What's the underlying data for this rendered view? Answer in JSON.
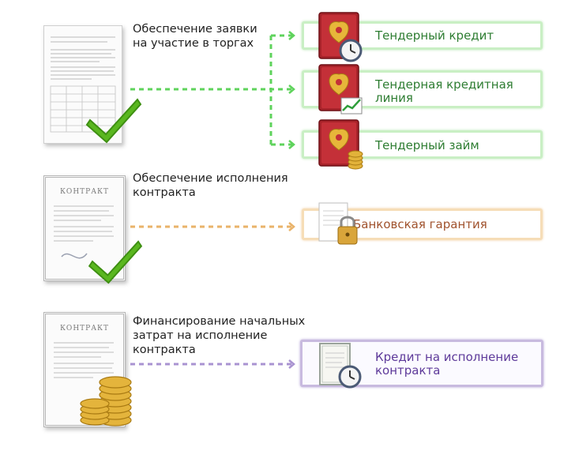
{
  "sections": [
    {
      "id": "application",
      "label": "Обеспечение заявки\nна участие в торгах",
      "color": "#5fd35c",
      "products": [
        {
          "id": "tender-credit",
          "label": "Тендерный кредит"
        },
        {
          "id": "tender-credit-line",
          "label": "Тендерная кредитная\nлиния"
        },
        {
          "id": "tender-loan",
          "label": "Тендерный займ"
        }
      ]
    },
    {
      "id": "performance",
      "label": "Обеспечение исполнения\nконтракта",
      "color": "#e9b36a",
      "products": [
        {
          "id": "bank-guarantee",
          "label": "Банковская гарантия"
        }
      ]
    },
    {
      "id": "financing",
      "label": "Финансирование начальных\nзатрат на исполнение\nконтракта",
      "color": "#a993d1",
      "products": [
        {
          "id": "contract-credit",
          "label": "Кредит на исполнение\nконтракта"
        }
      ]
    }
  ],
  "contract_word": "КОНТРАКТ",
  "icons": [
    "tender-document-icon",
    "contract-document-icon",
    "checkmark-icon",
    "coins-icon",
    "russian-coat-of-arms-book-icon",
    "clock-icon",
    "chart-icon",
    "padlock-icon"
  ]
}
